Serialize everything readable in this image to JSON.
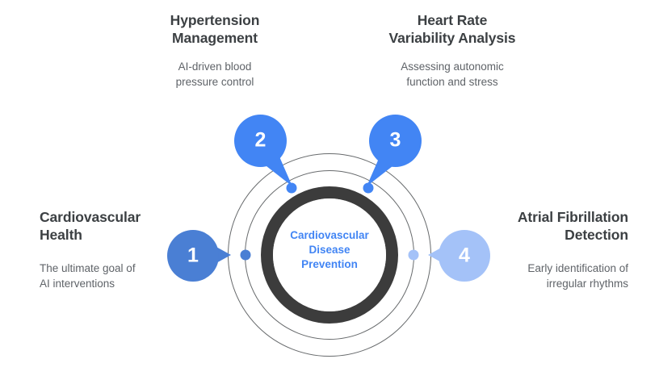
{
  "palette": {
    "background": "#ffffff",
    "ring_dark": "#3c3c3c",
    "ring_thin_stroke": "#3c4043",
    "title_color": "#3c4043",
    "desc_color": "#5f6368",
    "center_text_color": "#4285f4",
    "marker_1": "#4a7fd4",
    "marker_2": "#4285f4",
    "marker_3": "#4285f4",
    "marker_4": "#a4c2f8"
  },
  "center": {
    "caption": "Cardiovascular\nDisease\nPrevention"
  },
  "nodes": [
    {
      "number": "1",
      "title": "Cardiovascular\nHealth",
      "description": "The ultimate goal of\nAI interventions",
      "color": "#4a7fd4",
      "position": "left"
    },
    {
      "number": "2",
      "title": "Hypertension\nManagement",
      "description": "AI-driven blood\npressure control",
      "color": "#4285f4",
      "position": "top-left"
    },
    {
      "number": "3",
      "title": "Heart Rate\nVariability Analysis",
      "description": "Assessing autonomic\nfunction and stress",
      "color": "#4285f4",
      "position": "top-right"
    },
    {
      "number": "4",
      "title": "Atrial Fibrillation\nDetection",
      "description": "Early identification of\nirregular rhythms",
      "color": "#a4c2f8",
      "position": "right"
    }
  ]
}
